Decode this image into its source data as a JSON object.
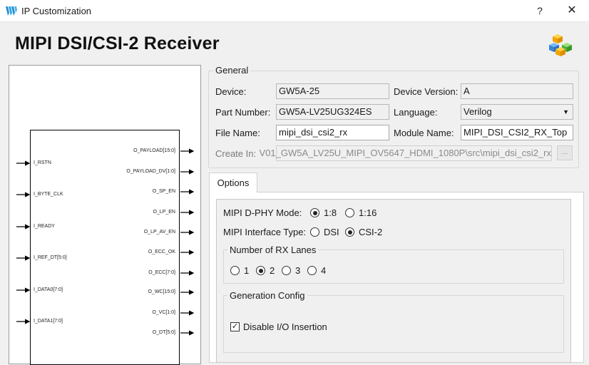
{
  "window": {
    "title": "IP Customization",
    "help": "?",
    "close": "✕"
  },
  "page_title": "MIPI DSI/CSI-2 Receiver",
  "schematic": {
    "inputs": [
      "I_RSTN",
      "I_BYTE_CLK",
      "I_READY",
      "I_REF_DT[5:0]",
      "I_DATA0[7:0]",
      "I_DATA1[7:0]"
    ],
    "outputs": [
      "O_PAYLOAD[15:0]",
      "O_PAYLOAD_DV[1:0]",
      "O_SP_EN",
      "O_LP_EN",
      "O_LP_AV_EN",
      "O_ECC_OK",
      "O_ECC[7:0]",
      "O_WC[15:0]",
      "O_VC[1:0]",
      "O_DT[5:0]"
    ]
  },
  "general": {
    "title": "General",
    "device_label": "Device:",
    "device_value": "GW5A-25",
    "device_version_label": "Device Version:",
    "device_version_value": "A",
    "part_number_label": "Part Number:",
    "part_number_value": "GW5A-LV25UG324ES",
    "language_label": "Language:",
    "language_value": "Verilog",
    "file_name_label": "File Name:",
    "file_name_value": "mipi_dsi_csi2_rx",
    "module_name_label": "Module Name:",
    "module_name_value": "MIPI_DSI_CSI2_RX_Top",
    "create_in_label": "Create In:",
    "create_in_value": "V01_GW5A_LV25U_MIPI_OV5647_HDMI_1080P\\src\\mipi_dsi_csi2_rx",
    "browse_label": "..."
  },
  "tabs": {
    "options": "Options"
  },
  "options": {
    "dphy_mode_label": "MIPI D-PHY Mode:",
    "dphy_mode_options": [
      "1:8",
      "1:16"
    ],
    "dphy_mode_selected": "1:8",
    "interface_type_label": "MIPI Interface Type:",
    "interface_type_options": [
      "DSI",
      "CSI-2"
    ],
    "interface_type_selected": "CSI-2",
    "rx_lanes_title": "Number of RX Lanes",
    "rx_lanes_options": [
      "1",
      "2",
      "3",
      "4"
    ],
    "rx_lanes_selected": "2",
    "gen_config_title": "Generation Config",
    "disable_io_label": "Disable I/O Insertion",
    "disable_io_checked": true
  }
}
